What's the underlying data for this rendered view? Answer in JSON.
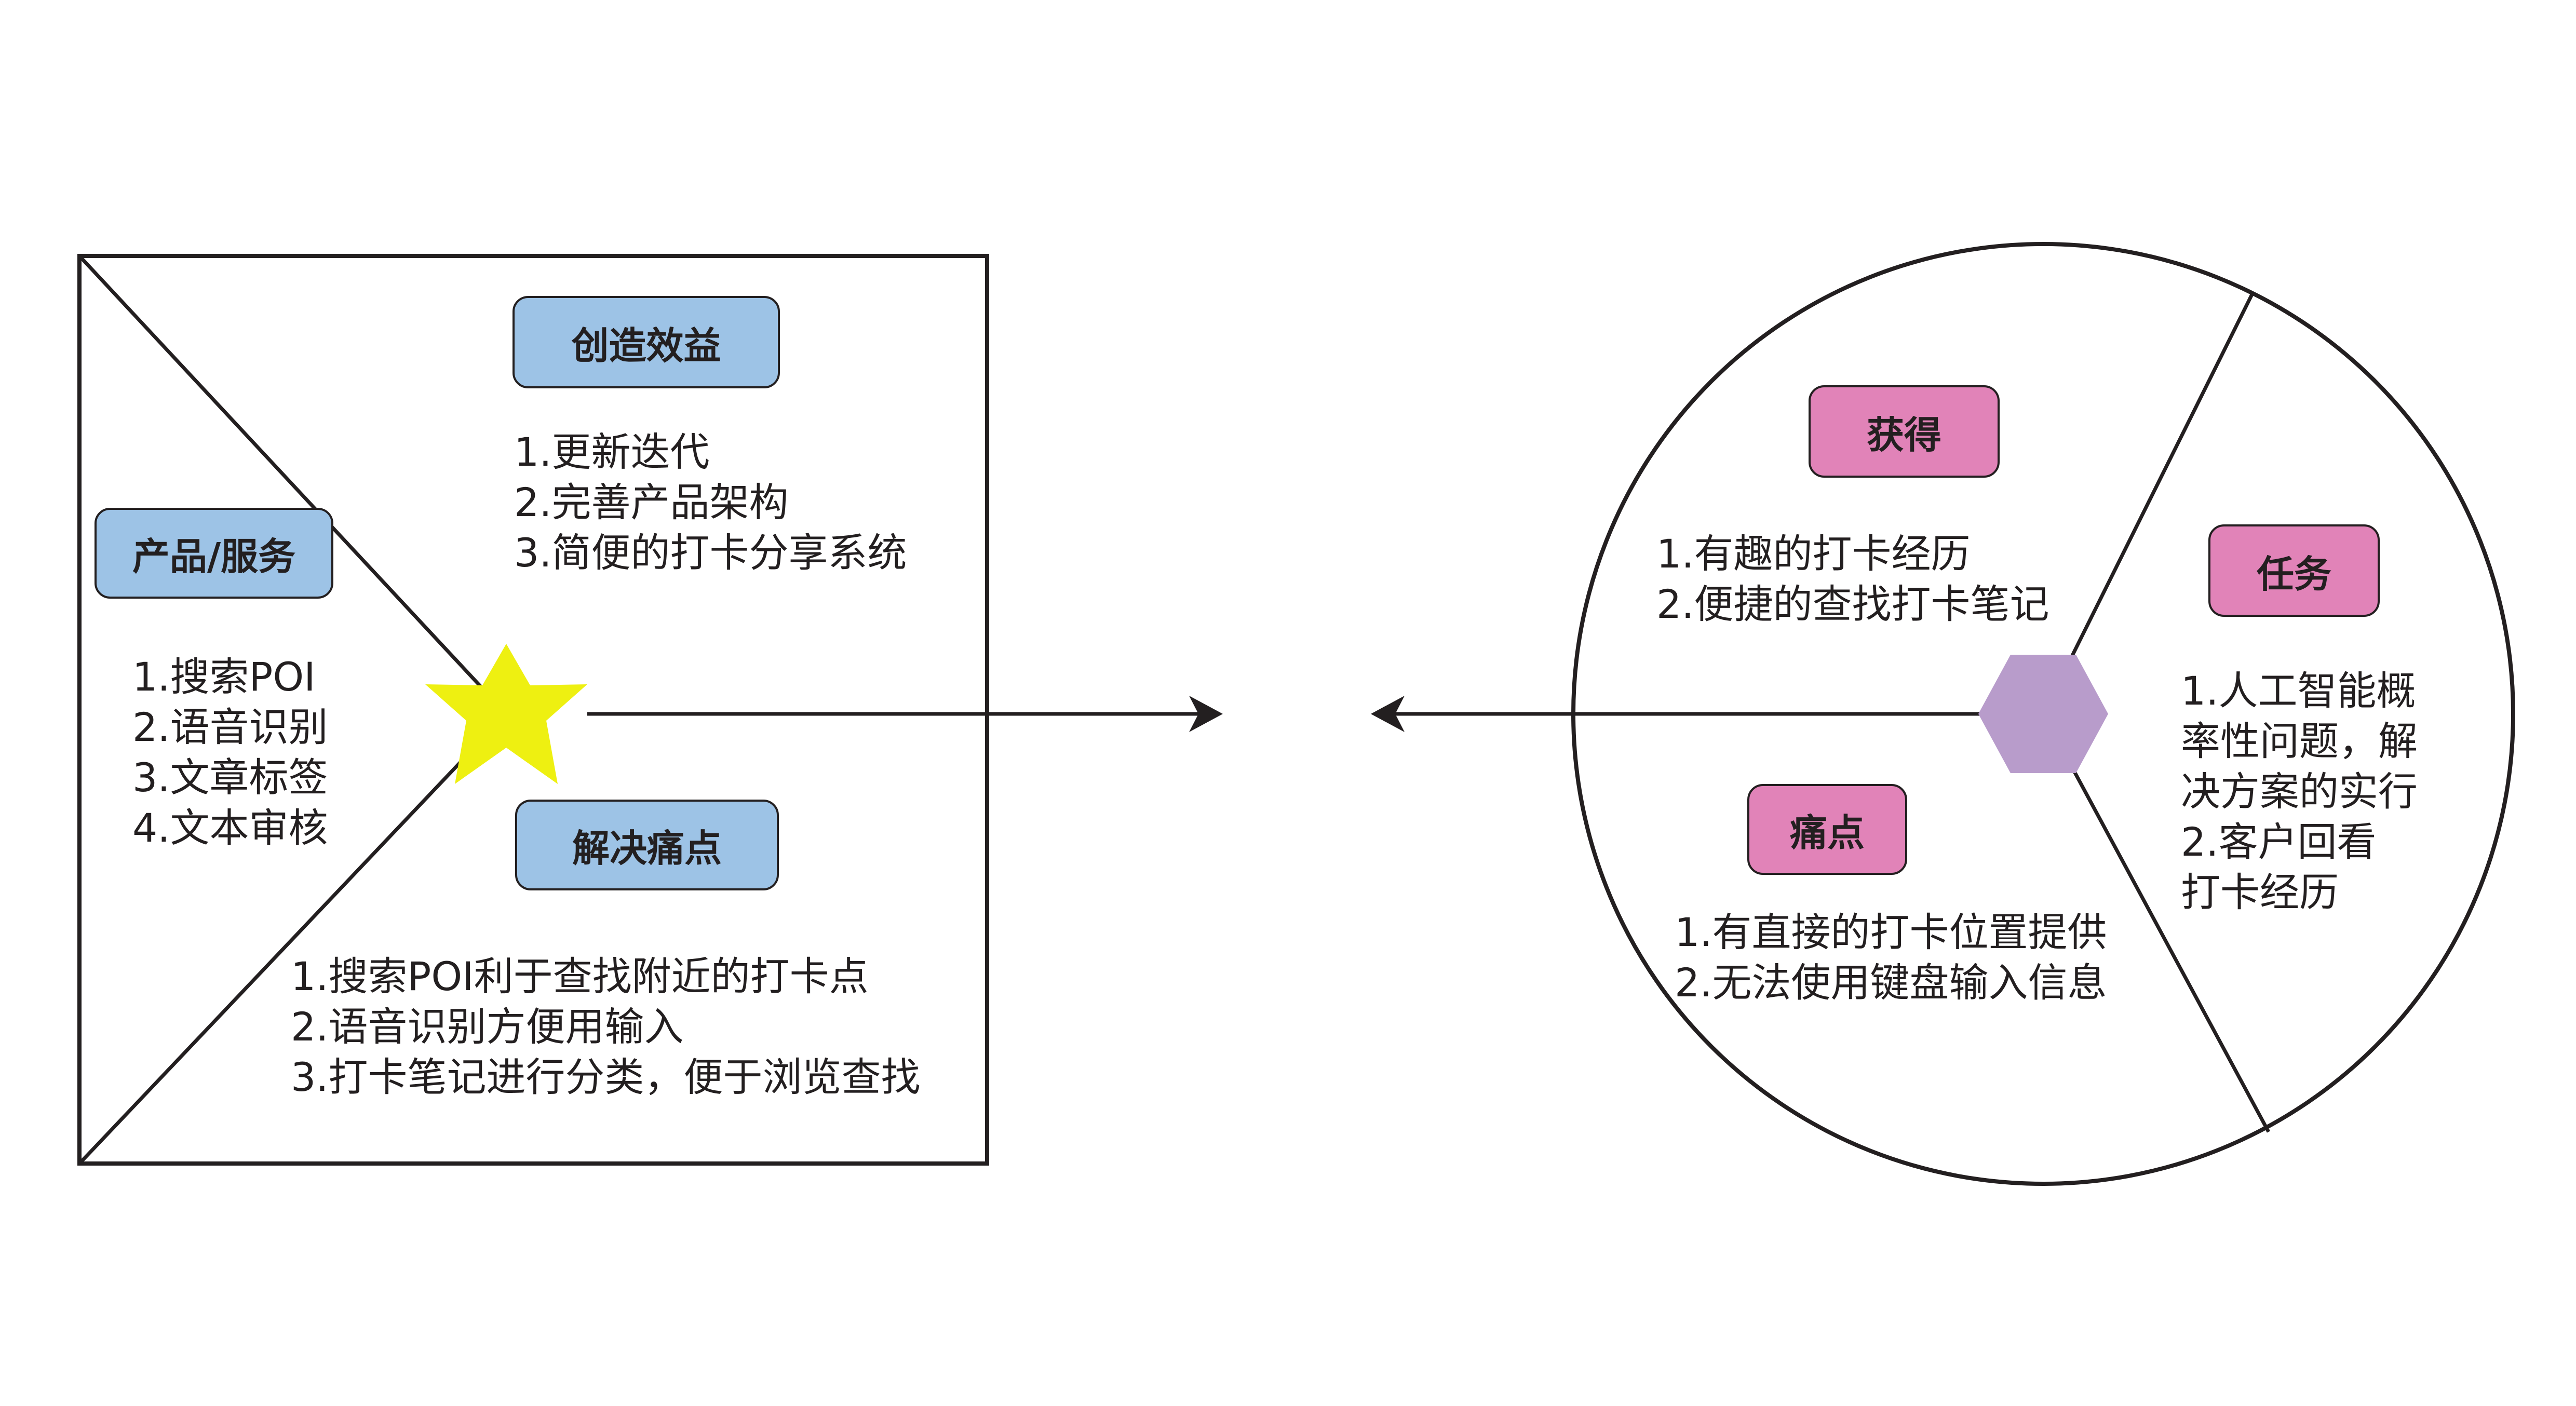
{
  "canvas_model": {
    "title": "产品/服务",
    "items": [
      "1.搜索POI",
      "2.语音识别",
      "3.文章标签",
      "4.文本审核"
    ]
  },
  "gain_creators": {
    "title": "创造效益",
    "items": [
      "1.更新迭代",
      "2.完善产品架构",
      "3.简便的打卡分享系统"
    ]
  },
  "pain_relievers": {
    "title": "解决痛点",
    "items": [
      "1.搜索POI利于查找附近的打卡点",
      "2.语音识别方便用输入",
      "3.打卡笔记进行分类，便于浏览查找"
    ]
  },
  "gains": {
    "title": "获得",
    "items": [
      "1.有趣的打卡经历",
      "2.便捷的查找打卡笔记"
    ]
  },
  "jobs": {
    "title": "任务",
    "items": [
      "1.人工智能概",
      "率性问题，解",
      "决方案的实行",
      "2.客户回看",
      "打卡经历"
    ]
  },
  "pains": {
    "title": "痛点",
    "items": [
      "1.有直接的打卡位置提供",
      "2.无法使用键盘输入信息"
    ]
  },
  "colors": {
    "line": "#231f20",
    "blue_label": "#9dc3e6",
    "pink_label": "#e183b8",
    "star": "#eef011",
    "hexagon": "#b89ccb"
  }
}
